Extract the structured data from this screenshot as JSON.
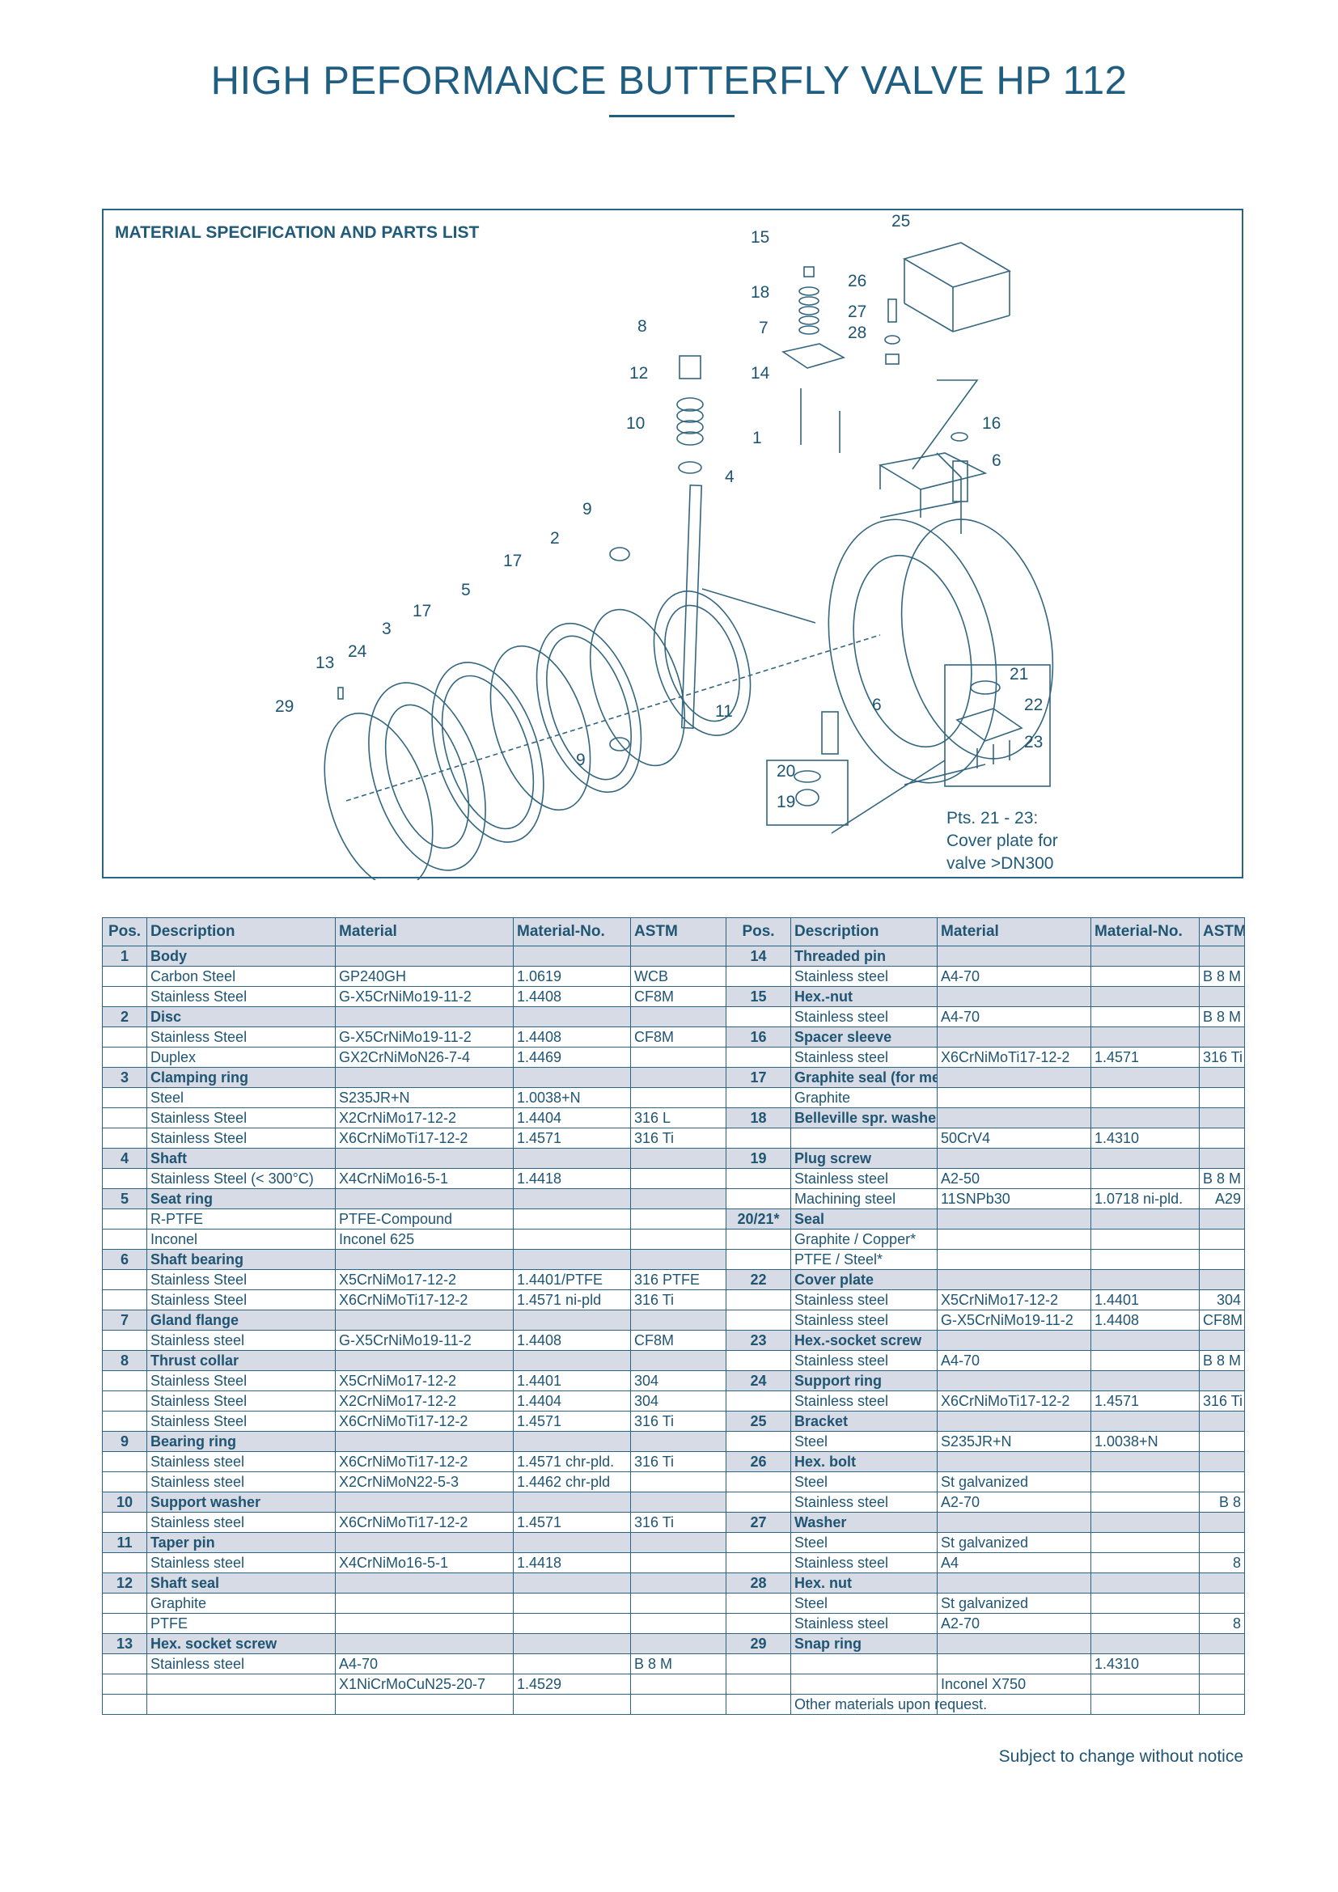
{
  "title": "HIGH PEFORMANCE BUTTERFLY VALVE HP 112",
  "diagram": {
    "heading": "MATERIAL SPECIFICATION AND PARTS LIST",
    "callouts": [
      "15",
      "25",
      "18",
      "26",
      "27",
      "7",
      "28",
      "8",
      "14",
      "12",
      "16",
      "10",
      "1",
      "6",
      "4",
      "9",
      "2",
      "17",
      "5",
      "17",
      "3",
      "24",
      "13",
      "29",
      "11",
      "6",
      "21",
      "22",
      "23",
      "9",
      "20",
      "19"
    ],
    "caption": [
      "Pts. 21 - 23:",
      "Cover plate for",
      "valve >DN300"
    ]
  },
  "table": {
    "headers": [
      "Pos.",
      "Description",
      "Material",
      "Material-No.",
      "ASTM",
      "Pos.",
      "Description",
      "Material",
      "Material-No.",
      "ASTM"
    ],
    "rows": [
      {
        "head": true,
        "l": [
          "1",
          "Body",
          "",
          "",
          ""
        ],
        "r": [
          "14",
          "Threaded pin",
          "",
          "",
          ""
        ]
      },
      {
        "l": [
          "",
          "Carbon Steel",
          "GP240GH",
          "1.0619",
          "WCB"
        ],
        "r": [
          "",
          "Stainless steel",
          "A4-70",
          "",
          "B 8 M"
        ]
      },
      {
        "l": [
          "",
          "Stainless Steel",
          "G-X5CrNiMo19-11-2",
          "1.4408",
          "CF8M"
        ],
        "r": [
          "15",
          "Hex.-nut",
          "",
          "",
          ""
        ],
        "rhead": true
      },
      {
        "head": true,
        "l": [
          "2",
          "Disc",
          "",
          "",
          ""
        ],
        "r": [
          "",
          "Stainless steel",
          "A4-70",
          "",
          "B 8 M"
        ],
        "rplain": true
      },
      {
        "l": [
          "",
          "Stainless Steel",
          "G-X5CrNiMo19-11-2",
          "1.4408",
          "CF8M"
        ],
        "r": [
          "16",
          "Spacer sleeve",
          "",
          "",
          ""
        ],
        "rhead": true
      },
      {
        "l": [
          "",
          "Duplex",
          "GX2CrNiMoN26-7-4",
          "1.4469",
          ""
        ],
        "r": [
          "",
          "Stainless steel",
          "X6CrNiMoTi17-12-2",
          "1.4571",
          "316 Ti"
        ]
      },
      {
        "head": true,
        "l": [
          "3",
          "Clamping ring",
          "",
          "",
          ""
        ],
        "r": [
          "17",
          "Graphite seal (for metal seat)",
          "",
          "",
          ""
        ]
      },
      {
        "l": [
          "",
          "Steel",
          "S235JR+N",
          "1.0038+N",
          ""
        ],
        "r": [
          "",
          "Graphite",
          "",
          "",
          ""
        ]
      },
      {
        "l": [
          "",
          "Stainless Steel",
          "X2CrNiMo17-12-2",
          "1.4404",
          "316 L"
        ],
        "r": [
          "18",
          "Belleville spr. washer",
          "",
          "",
          ""
        ],
        "rhead": true
      },
      {
        "l": [
          "",
          "Stainless Steel",
          "X6CrNiMoTi17-12-2",
          "1.4571",
          "316 Ti"
        ],
        "r": [
          "",
          "",
          "50CrV4",
          "1.4310",
          ""
        ]
      },
      {
        "head": true,
        "l": [
          "4",
          "Shaft",
          "",
          "",
          ""
        ],
        "r": [
          "19",
          "Plug screw",
          "",
          "",
          ""
        ]
      },
      {
        "l": [
          "",
          "Stainless Steel (< 300°C)",
          "X4CrNiMo16-5-1",
          "1.4418",
          ""
        ],
        "r": [
          "",
          "Stainless steel",
          "A2-50",
          "",
          "B 8 M"
        ]
      },
      {
        "head": true,
        "l": [
          "5",
          "Seat ring",
          "",
          "",
          ""
        ],
        "r": [
          "",
          "Machining steel",
          "11SNPb30",
          "1.0718 ni-pld.",
          "A29"
        ],
        "rplain": true
      },
      {
        "l": [
          "",
          "R-PTFE",
          "PTFE-Compound",
          "",
          ""
        ],
        "r": [
          "20/21*",
          "Seal",
          "",
          "",
          ""
        ],
        "rhead": true
      },
      {
        "l": [
          "",
          "Inconel",
          "Inconel 625",
          "",
          ""
        ],
        "r": [
          "",
          "Graphite / Copper*",
          "",
          "",
          ""
        ]
      },
      {
        "head": true,
        "l": [
          "6",
          "Shaft bearing",
          "",
          "",
          ""
        ],
        "r": [
          "",
          "PTFE / Steel*",
          "",
          "",
          ""
        ],
        "rplain": true
      },
      {
        "l": [
          "",
          "Stainless Steel",
          "X5CrNiMo17-12-2",
          "1.4401/PTFE",
          "316 PTFE"
        ],
        "r": [
          "22",
          "Cover plate",
          "",
          "",
          ""
        ],
        "rhead": true
      },
      {
        "l": [
          "",
          "Stainless Steel",
          "X6CrNiMoTi17-12-2",
          "1.4571 ni-pld",
          "316 Ti"
        ],
        "r": [
          "",
          "Stainless steel",
          "X5CrNiMo17-12-2",
          "1.4401",
          "304"
        ]
      },
      {
        "head": true,
        "l": [
          "7",
          "Gland flange",
          "",
          "",
          ""
        ],
        "r": [
          "",
          "Stainless steel",
          "G-X5CrNiMo19-11-2",
          "1.4408",
          "CF8M"
        ],
        "rplain": true
      },
      {
        "l": [
          "",
          "Stainless steel",
          "G-X5CrNiMo19-11-2",
          "1.4408",
          "CF8M"
        ],
        "r": [
          "23",
          "Hex.-socket screw",
          "",
          "",
          ""
        ],
        "rhead": true
      },
      {
        "head": true,
        "l": [
          "8",
          "Thrust collar",
          "",
          "",
          ""
        ],
        "r": [
          "",
          "Stainless steel",
          "A4-70",
          "",
          "B 8 M"
        ],
        "rplain": true
      },
      {
        "l": [
          "",
          "Stainless Steel",
          "X5CrNiMo17-12-2",
          "1.4401",
          "304"
        ],
        "r": [
          "24",
          "Support ring",
          "",
          "",
          ""
        ],
        "rhead": true
      },
      {
        "l": [
          "",
          "Stainless Steel",
          "X2CrNiMo17-12-2",
          "1.4404",
          "304"
        ],
        "r": [
          "",
          "Stainless steel",
          "X6CrNiMoTi17-12-2",
          "1.4571",
          "316 Ti"
        ]
      },
      {
        "l": [
          "",
          "Stainless Steel",
          "X6CrNiMoTi17-12-2",
          "1.4571",
          "316 Ti"
        ],
        "r": [
          "25",
          "Bracket",
          "",
          "",
          ""
        ],
        "rhead": true
      },
      {
        "head": true,
        "l": [
          "9",
          "Bearing ring",
          "",
          "",
          ""
        ],
        "r": [
          "",
          "Steel",
          "S235JR+N",
          "1.0038+N",
          ""
        ],
        "rplain": true
      },
      {
        "l": [
          "",
          "Stainless steel",
          "X6CrNiMoTi17-12-2",
          "1.4571 chr-pld.",
          "316 Ti"
        ],
        "r": [
          "26",
          "Hex. bolt",
          "",
          "",
          ""
        ],
        "rhead": true
      },
      {
        "l": [
          "",
          "Stainless steel",
          "X2CrNiMoN22-5-3",
          "1.4462 chr-pld",
          ""
        ],
        "r": [
          "",
          "Steel",
          "St galvanized",
          "",
          ""
        ]
      },
      {
        "head": true,
        "l": [
          "10",
          "Support washer",
          "",
          "",
          ""
        ],
        "r": [
          "",
          "Stainless steel",
          "A2-70",
          "",
          "B 8"
        ],
        "rplain": true
      },
      {
        "l": [
          "",
          "Stainless steel",
          "X6CrNiMoTi17-12-2",
          "1.4571",
          "316 Ti"
        ],
        "r": [
          "27",
          "Washer",
          "",
          "",
          ""
        ],
        "rhead": true
      },
      {
        "head": true,
        "l": [
          "11",
          "Taper pin",
          "",
          "",
          ""
        ],
        "r": [
          "",
          "Steel",
          "St galvanized",
          "",
          ""
        ],
        "rplain": true
      },
      {
        "l": [
          "",
          "Stainless steel",
          "X4CrNiMo16-5-1",
          "1.4418",
          ""
        ],
        "r": [
          "",
          "Stainless steel",
          "A4",
          "",
          "8"
        ]
      },
      {
        "head": true,
        "l": [
          "12",
          "Shaft seal",
          "",
          "",
          ""
        ],
        "r": [
          "28",
          "Hex. nut",
          "",
          "",
          ""
        ]
      },
      {
        "l": [
          "",
          "Graphite",
          "",
          "",
          ""
        ],
        "r": [
          "",
          "Steel",
          "St galvanized",
          "",
          ""
        ]
      },
      {
        "l": [
          "",
          "PTFE",
          "",
          "",
          ""
        ],
        "r": [
          "",
          "Stainless steel",
          "A2-70",
          "",
          "8"
        ]
      },
      {
        "head": true,
        "l": [
          "13",
          "Hex. socket screw",
          "",
          "",
          ""
        ],
        "r": [
          "29",
          "Snap ring",
          "",
          "",
          ""
        ]
      },
      {
        "l": [
          "",
          "Stainless steel",
          "A4-70",
          "",
          "B 8 M"
        ],
        "r": [
          "",
          "",
          "",
          "1.4310",
          ""
        ]
      },
      {
        "l": [
          "",
          "",
          "X1NiCrMoCuN25-20-7",
          "1.4529",
          ""
        ],
        "r": [
          "",
          "",
          "Inconel X750",
          "",
          ""
        ]
      },
      {
        "l": [
          "",
          "",
          "",
          "",
          ""
        ],
        "r": [
          "",
          "Other materials upon request.",
          "",
          "",
          ""
        ],
        "rnote": true
      }
    ]
  },
  "footer": "Subject to change without notice"
}
